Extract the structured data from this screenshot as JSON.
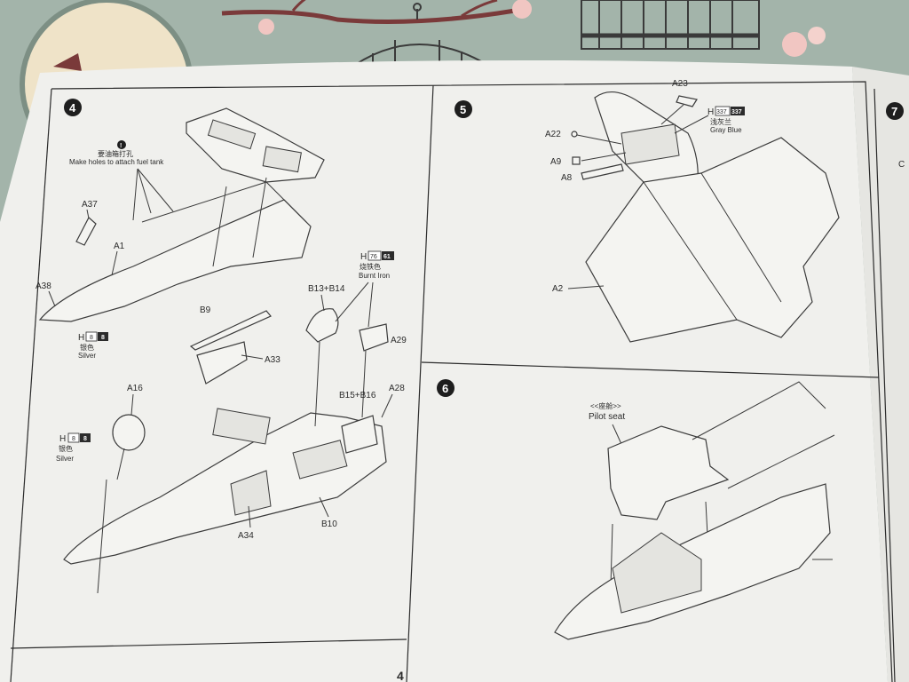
{
  "manual": {
    "page_number": "4",
    "colors": {
      "paper": "#f2f2ef",
      "ink": "#2b2b2b",
      "tablecloth": "#9fb0a6"
    }
  },
  "step4": {
    "number": "4",
    "note_icon_label": "!",
    "note_cn": "要油箱打孔",
    "note_en": "Make holes to attach fuel tank",
    "parts": [
      "A37",
      "A1",
      "A38",
      "B9",
      "A33",
      "A16",
      "A34",
      "B10",
      "B13+B14",
      "A29",
      "B15+B16",
      "A28"
    ],
    "paint_silver_1": {
      "code_prefix": "H",
      "code": "8",
      "code_dark": "8",
      "cn": "银色",
      "en": "Silver"
    },
    "paint_burnt_iron": {
      "code_prefix": "H",
      "code": "76",
      "code_dark": "61",
      "cn": "烧铁色",
      "en": "Burnt Iron"
    },
    "paint_silver_2": {
      "code_prefix": "H",
      "code": "8",
      "code_dark": "8",
      "cn": "银色",
      "en": "Silver"
    }
  },
  "step5": {
    "number": "5",
    "parts": [
      "A23",
      "A22",
      "A9",
      "A8",
      "A2"
    ],
    "paint_gray_blue": {
      "code_prefix": "H",
      "code": "337",
      "code_dark": "337",
      "cn": "浅灰兰",
      "en": "Gray Blue"
    }
  },
  "step6": {
    "number": "6",
    "seat_cn": "<<座舱>>",
    "seat_en": "Pilot seat"
  },
  "step7": {
    "number": "7",
    "partial_text": "C"
  }
}
